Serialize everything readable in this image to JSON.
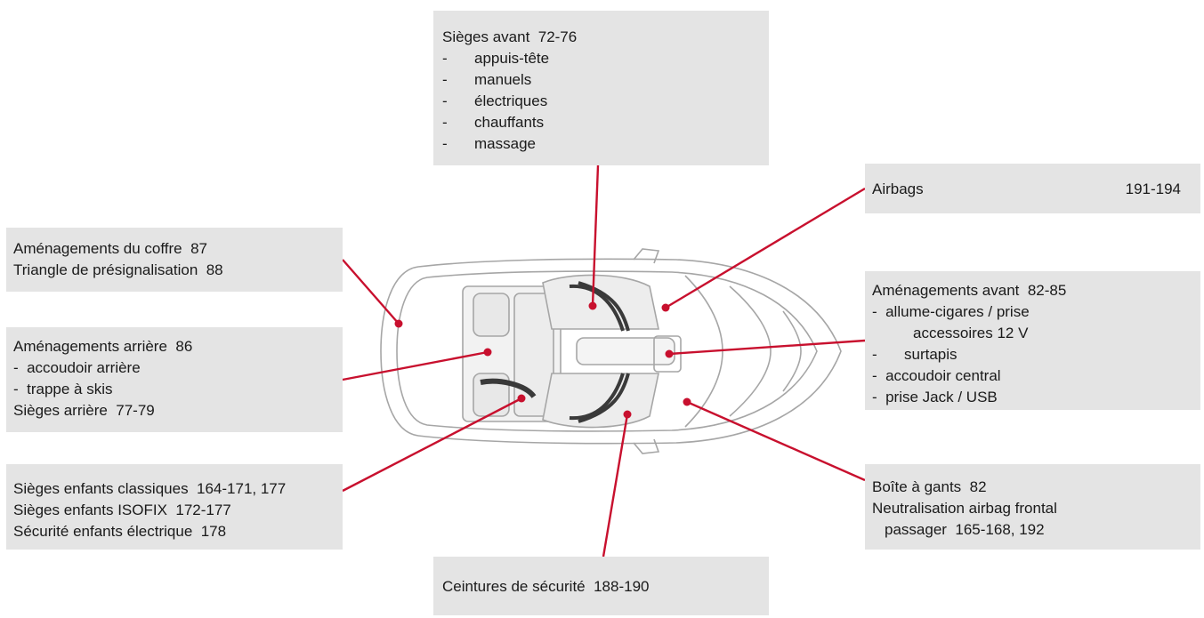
{
  "boxes": {
    "front_seats": {
      "title": "Sièges avant  72-76",
      "items": [
        "appuis-tête",
        "manuels",
        "électriques",
        "chauffants",
        "massage"
      ]
    },
    "airbags": {
      "label": "Airbags",
      "pages": "191-194"
    },
    "trunk": {
      "line1": "Aménagements du coffre  87",
      "line2": "Triangle de présignalisation  88"
    },
    "rear_fittings": {
      "title": "Aménagements arrière  86",
      "item1": "-  accoudoir arrière",
      "item2": "-  trappe à skis",
      "footer": "Sièges arrière  77-79"
    },
    "front_fittings": {
      "title": "Aménagements avant  82-85",
      "item1": "-  allume-cigares / prise",
      "item1b": "accessoires 12 V",
      "item2_dash": "-",
      "item2": "surtapis",
      "item3": "-  accoudoir central",
      "item4": "-  prise Jack / USB"
    },
    "child_seats": {
      "line1": "Sièges enfants classiques  164-171, 177",
      "line2": "Sièges enfants ISOFIX  172-177",
      "line3": "Sécurité enfants électrique  178"
    },
    "glovebox": {
      "line1": "Boîte à gants  82",
      "line2": "Neutralisation airbag frontal",
      "line3": "passager  165-168, 192"
    },
    "seatbelts": {
      "label": "Ceintures de sécurité  188-190"
    }
  },
  "dash_symbol": "-",
  "colors": {
    "box_bg": "#e4e4e4",
    "leader": "#c8102e",
    "car_outline": "#9a9a9a"
  }
}
